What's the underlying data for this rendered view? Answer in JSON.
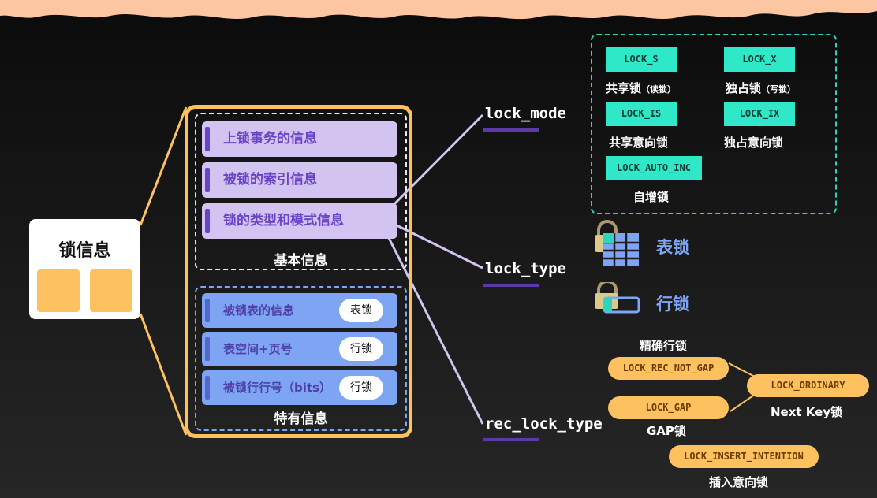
{
  "lock_info": {
    "title": "锁信息"
  },
  "basic": {
    "items": [
      "上锁事务的信息",
      "被锁的索引信息",
      "锁的类型和模式信息"
    ],
    "label": "基本信息"
  },
  "special": {
    "items": [
      {
        "text": "被锁表的信息",
        "badge": "表锁"
      },
      {
        "text": "表空间+页号",
        "badge": "行锁"
      },
      {
        "text": "被锁行行号（bits）",
        "badge": "行锁"
      }
    ],
    "label": "特有信息"
  },
  "fields": {
    "lock_mode": "lock_mode",
    "lock_type": "lock_type",
    "rec_lock_type": "rec_lock_type"
  },
  "lock_modes": {
    "s_tag": "LOCK_S",
    "s_label": "共享锁",
    "s_note": "（读锁）",
    "x_tag": "LOCK_X",
    "x_label": "独占锁",
    "x_note": "（写锁）",
    "is_tag": "LOCK_IS",
    "is_label": "共享意向锁",
    "ix_tag": "LOCK_IX",
    "ix_label": "独占意向锁",
    "auto_tag": "LOCK_AUTO_INC",
    "auto_label": "自增锁"
  },
  "lock_types": {
    "table": "表锁",
    "row": "行锁"
  },
  "rec_lock_types": {
    "not_gap_title": "精确行锁",
    "not_gap_tag": "LOCK_REC_NOT_GAP",
    "gap_tag": "LOCK_GAP",
    "gap_label": "GAP锁",
    "ordinary_tag": "LOCK_ORDINARY",
    "ordinary_label": "Next Key锁",
    "insert_tag": "LOCK_INSERT_INTENTION",
    "insert_label": "插入意向锁"
  },
  "colors": {
    "orange": "#fdc25f",
    "purple": "#d2c3f1",
    "blue": "#7ea5f3",
    "teal": "#2ee8c8"
  }
}
